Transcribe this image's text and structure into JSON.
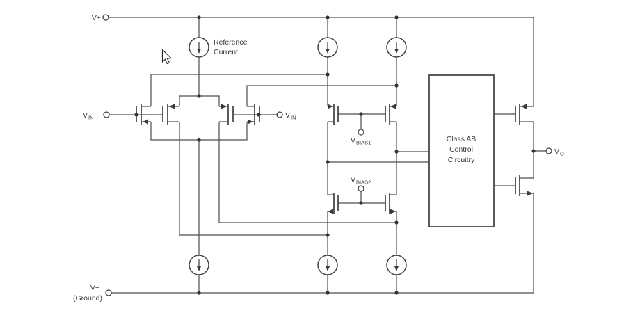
{
  "colors": {
    "background": "#ffffff",
    "line": "#4d4d4d",
    "text": "#3a3a3a",
    "box_border": "#404040"
  },
  "labels": {
    "v_plus": "V+",
    "v_minus": "V−",
    "ground": "(Ground)",
    "reference_current": {
      "line1": "Reference",
      "line2": "Current"
    },
    "vin_plus": {
      "base": "V",
      "sub": "IN",
      "sup": "+"
    },
    "vin_minus": {
      "base": "V",
      "sub": "IN",
      "sup": "−"
    },
    "vbias1": {
      "base": "V",
      "sub": "BIAS1"
    },
    "vbias2": {
      "base": "V",
      "sub": "BIAS2"
    },
    "vout": {
      "base": "V",
      "sub": "O"
    },
    "class_ab_box": {
      "line1": "Class AB",
      "line2": "Control",
      "line3": "Circuitry"
    }
  },
  "icons": {
    "cursor": "mouse-pointer-icon",
    "current_source": "current-source-down-arrow-icon",
    "transistor": "mosfet-symbol"
  }
}
